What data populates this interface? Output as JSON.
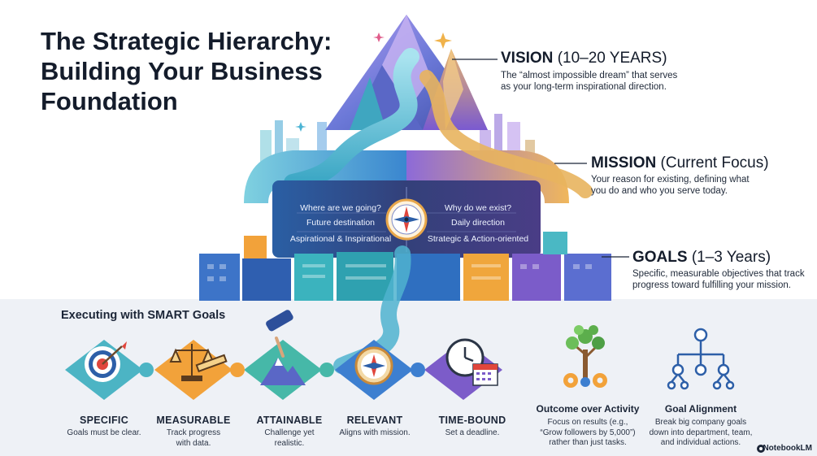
{
  "title": {
    "line1": "The Strategic Hierarchy:",
    "line2": "Building Your Business",
    "line3": "Foundation"
  },
  "tiers": {
    "vision": {
      "name": "VISION",
      "qualifier": "(10–20 YEARS)",
      "desc_line1": "The “almost impossible dream” that serves",
      "desc_line2": "as your long-term inspirational direction."
    },
    "mission": {
      "name": "MISSION",
      "qualifier": "(Current Focus)",
      "desc_line1": "Your reason for existing, defining what",
      "desc_line2": "you do and who you serve today."
    },
    "goals": {
      "name": "GOALS",
      "qualifier": "(1–3 Years)",
      "desc_line1": "Specific, measurable objectives that track",
      "desc_line2": "progress toward fulfilling your mission."
    }
  },
  "panel": {
    "left": [
      "Where are we going?",
      "Future destination",
      "Aspirational & Inspirational"
    ],
    "right": [
      "Why do we exist?",
      "Daily direction",
      "Strategic & Action-oriented"
    ]
  },
  "smart": {
    "heading": "Executing with SMART Goals",
    "items": [
      {
        "label": "SPECIFIC",
        "desc1": "Goals must be clear.",
        "desc2": ""
      },
      {
        "label": "MEASURABLE",
        "desc1": "Track progress",
        "desc2": "with data."
      },
      {
        "label": "ATTAINABLE",
        "desc1": "Challenge yet",
        "desc2": "realistic."
      },
      {
        "label": "RELEVANT",
        "desc1": "Aligns with mission.",
        "desc2": ""
      },
      {
        "label": "TIME-BOUND",
        "desc1": "Set a deadline.",
        "desc2": ""
      }
    ]
  },
  "principles": [
    {
      "title": "Outcome over Activity",
      "lines": [
        "Focus on results (e.g.,",
        "“Grow followers by 5,000”)",
        "rather than just tasks."
      ]
    },
    {
      "title": "Goal Alignment",
      "lines": [
        "Break big company goals",
        "down into department, team,",
        "and individual actions."
      ]
    }
  ],
  "watermark": "NotebookLM",
  "colors": {
    "teal": "#3fb6c1",
    "blue": "#3d7fd0",
    "orange": "#f2a23a",
    "purple": "#7c5cc9",
    "navy": "#2f3a6e"
  }
}
